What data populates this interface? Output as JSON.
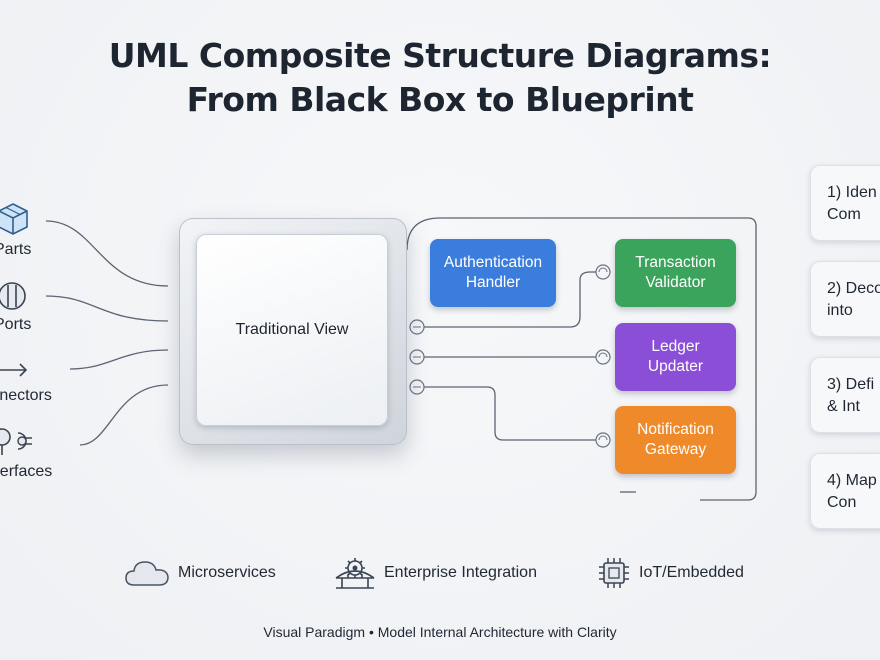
{
  "title": {
    "line1": "UML Composite Structure Diagrams:",
    "line2": "From Black Box to Blueprint"
  },
  "concepts": [
    {
      "label": "Parts",
      "icon": "cube-icon"
    },
    {
      "label": "Ports",
      "icon": "port-icon"
    },
    {
      "label": "Connectors",
      "icon": "arrow-icon"
    },
    {
      "label": "Interfaces",
      "icon": "lollipop-socket-icon"
    }
  ],
  "black_box": {
    "label": "Traditional View"
  },
  "components": [
    {
      "label": "Authentication\nHandler",
      "color": "#3b7ddd"
    },
    {
      "label": "Transaction\nValidator",
      "color": "#3aa35c"
    },
    {
      "label": "Ledger\nUpdater",
      "color": "#8a4fd6"
    },
    {
      "label": "Notification\nGateway",
      "color": "#ef8a2a"
    }
  ],
  "steps": [
    {
      "label": "1) Iden\nCom"
    },
    {
      "label": "2) Deco\ninto"
    },
    {
      "label": "3) Defi\n& Int"
    },
    {
      "label": "4) Map\nCon"
    }
  ],
  "applications": [
    {
      "label": "Microservices",
      "icon": "cloud-icon"
    },
    {
      "label": "Enterprise Integration",
      "icon": "bridge-gear-icon"
    },
    {
      "label": "IoT/Embedded",
      "icon": "chip-icon"
    }
  ],
  "footer": "Visual Paradigm • Model Internal Architecture with Clarity"
}
